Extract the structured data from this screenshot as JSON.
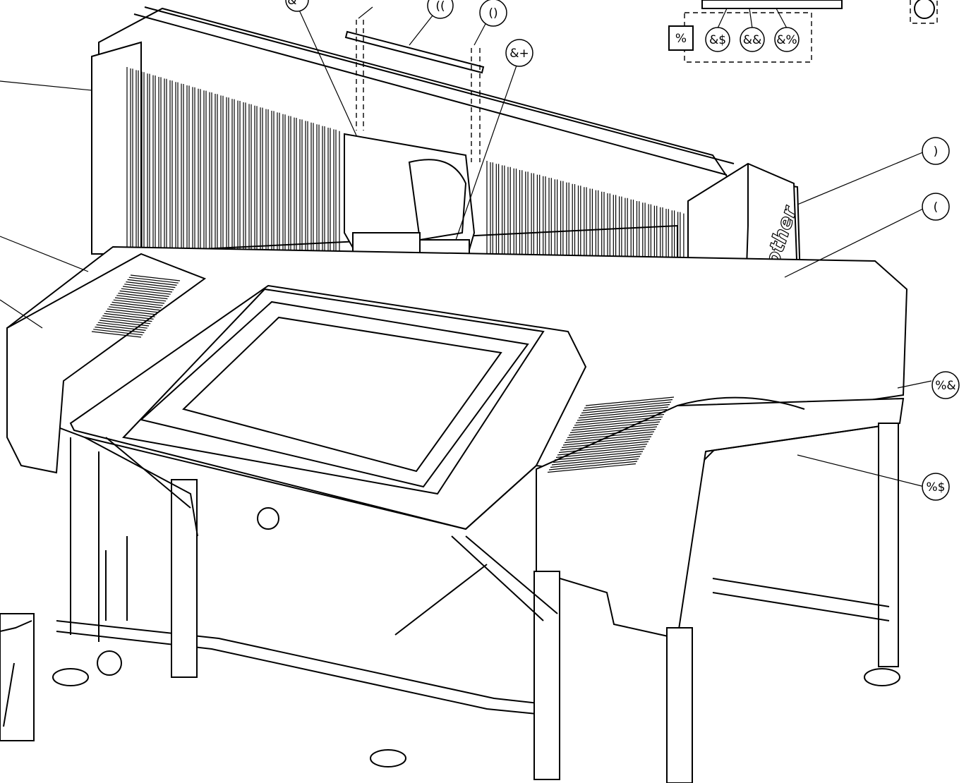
{
  "drawing": {
    "brand_text": "brother",
    "callouts": [
      {
        "id": "c-top-1",
        "label": "&^"
      },
      {
        "id": "c-top-2",
        "label": "(("
      },
      {
        "id": "c-top-3",
        "label": "()"
      },
      {
        "id": "c-top-4",
        "label": "&+"
      },
      {
        "id": "c-inset-1",
        "label": "&$"
      },
      {
        "id": "c-inset-2",
        "label": "&&"
      },
      {
        "id": "c-inset-3",
        "label": "&%"
      },
      {
        "id": "c-right-1",
        "label": ")"
      },
      {
        "id": "c-right-2",
        "label": "("
      },
      {
        "id": "c-right-3",
        "label": "%&"
      },
      {
        "id": "c-right-4",
        "label": "%$"
      }
    ],
    "box_label": "%"
  }
}
